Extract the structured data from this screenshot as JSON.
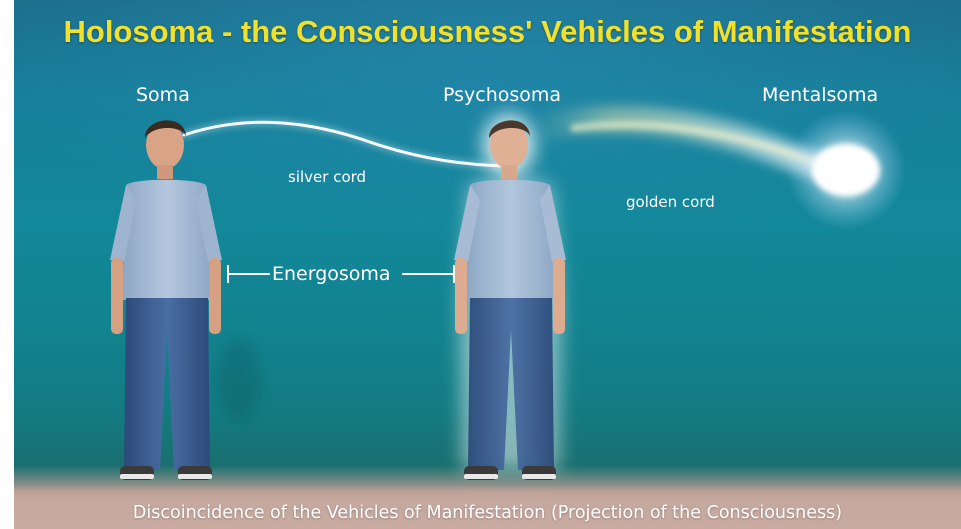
{
  "title": "Holosoma - the Consciousness' Vehicles of Manifestation",
  "labels": {
    "soma": "Soma",
    "psychosoma": "Psychosoma",
    "mentalsoma": "Mentalsoma",
    "silver_cord": "silver cord",
    "golden_cord": "golden cord",
    "energosoma": "Energosoma"
  },
  "caption": "Discoincidence of the Vehicles of Manifestation  (Projection of the Consciousness)",
  "colors": {
    "title": "#f2e12a",
    "text": "#ffffff",
    "background": "#13889a",
    "bottom_band": "#c7a9a0"
  }
}
